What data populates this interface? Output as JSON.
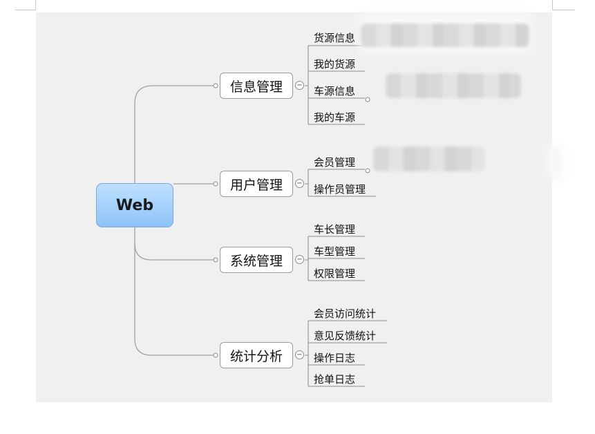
{
  "root": {
    "label": "Web"
  },
  "branches": [
    {
      "label": "信息管理",
      "leaves": [
        "货源信息",
        "我的货源",
        "车源信息",
        "我的车源"
      ]
    },
    {
      "label": "用户管理",
      "leaves": [
        "会员管理",
        "操作员管理"
      ]
    },
    {
      "label": "系统管理",
      "leaves": [
        "车长管理",
        "车型管理",
        "权限管理"
      ]
    },
    {
      "label": "统计分析",
      "leaves": [
        "会员访问统计",
        "意见反馈统计",
        "操作日志",
        "抢单日志"
      ]
    }
  ],
  "collapse_symbol": "−",
  "colors": {
    "root_fill": "#a8d2fb",
    "line": "#9a9a9a",
    "canvas": "#f0f0f0"
  }
}
